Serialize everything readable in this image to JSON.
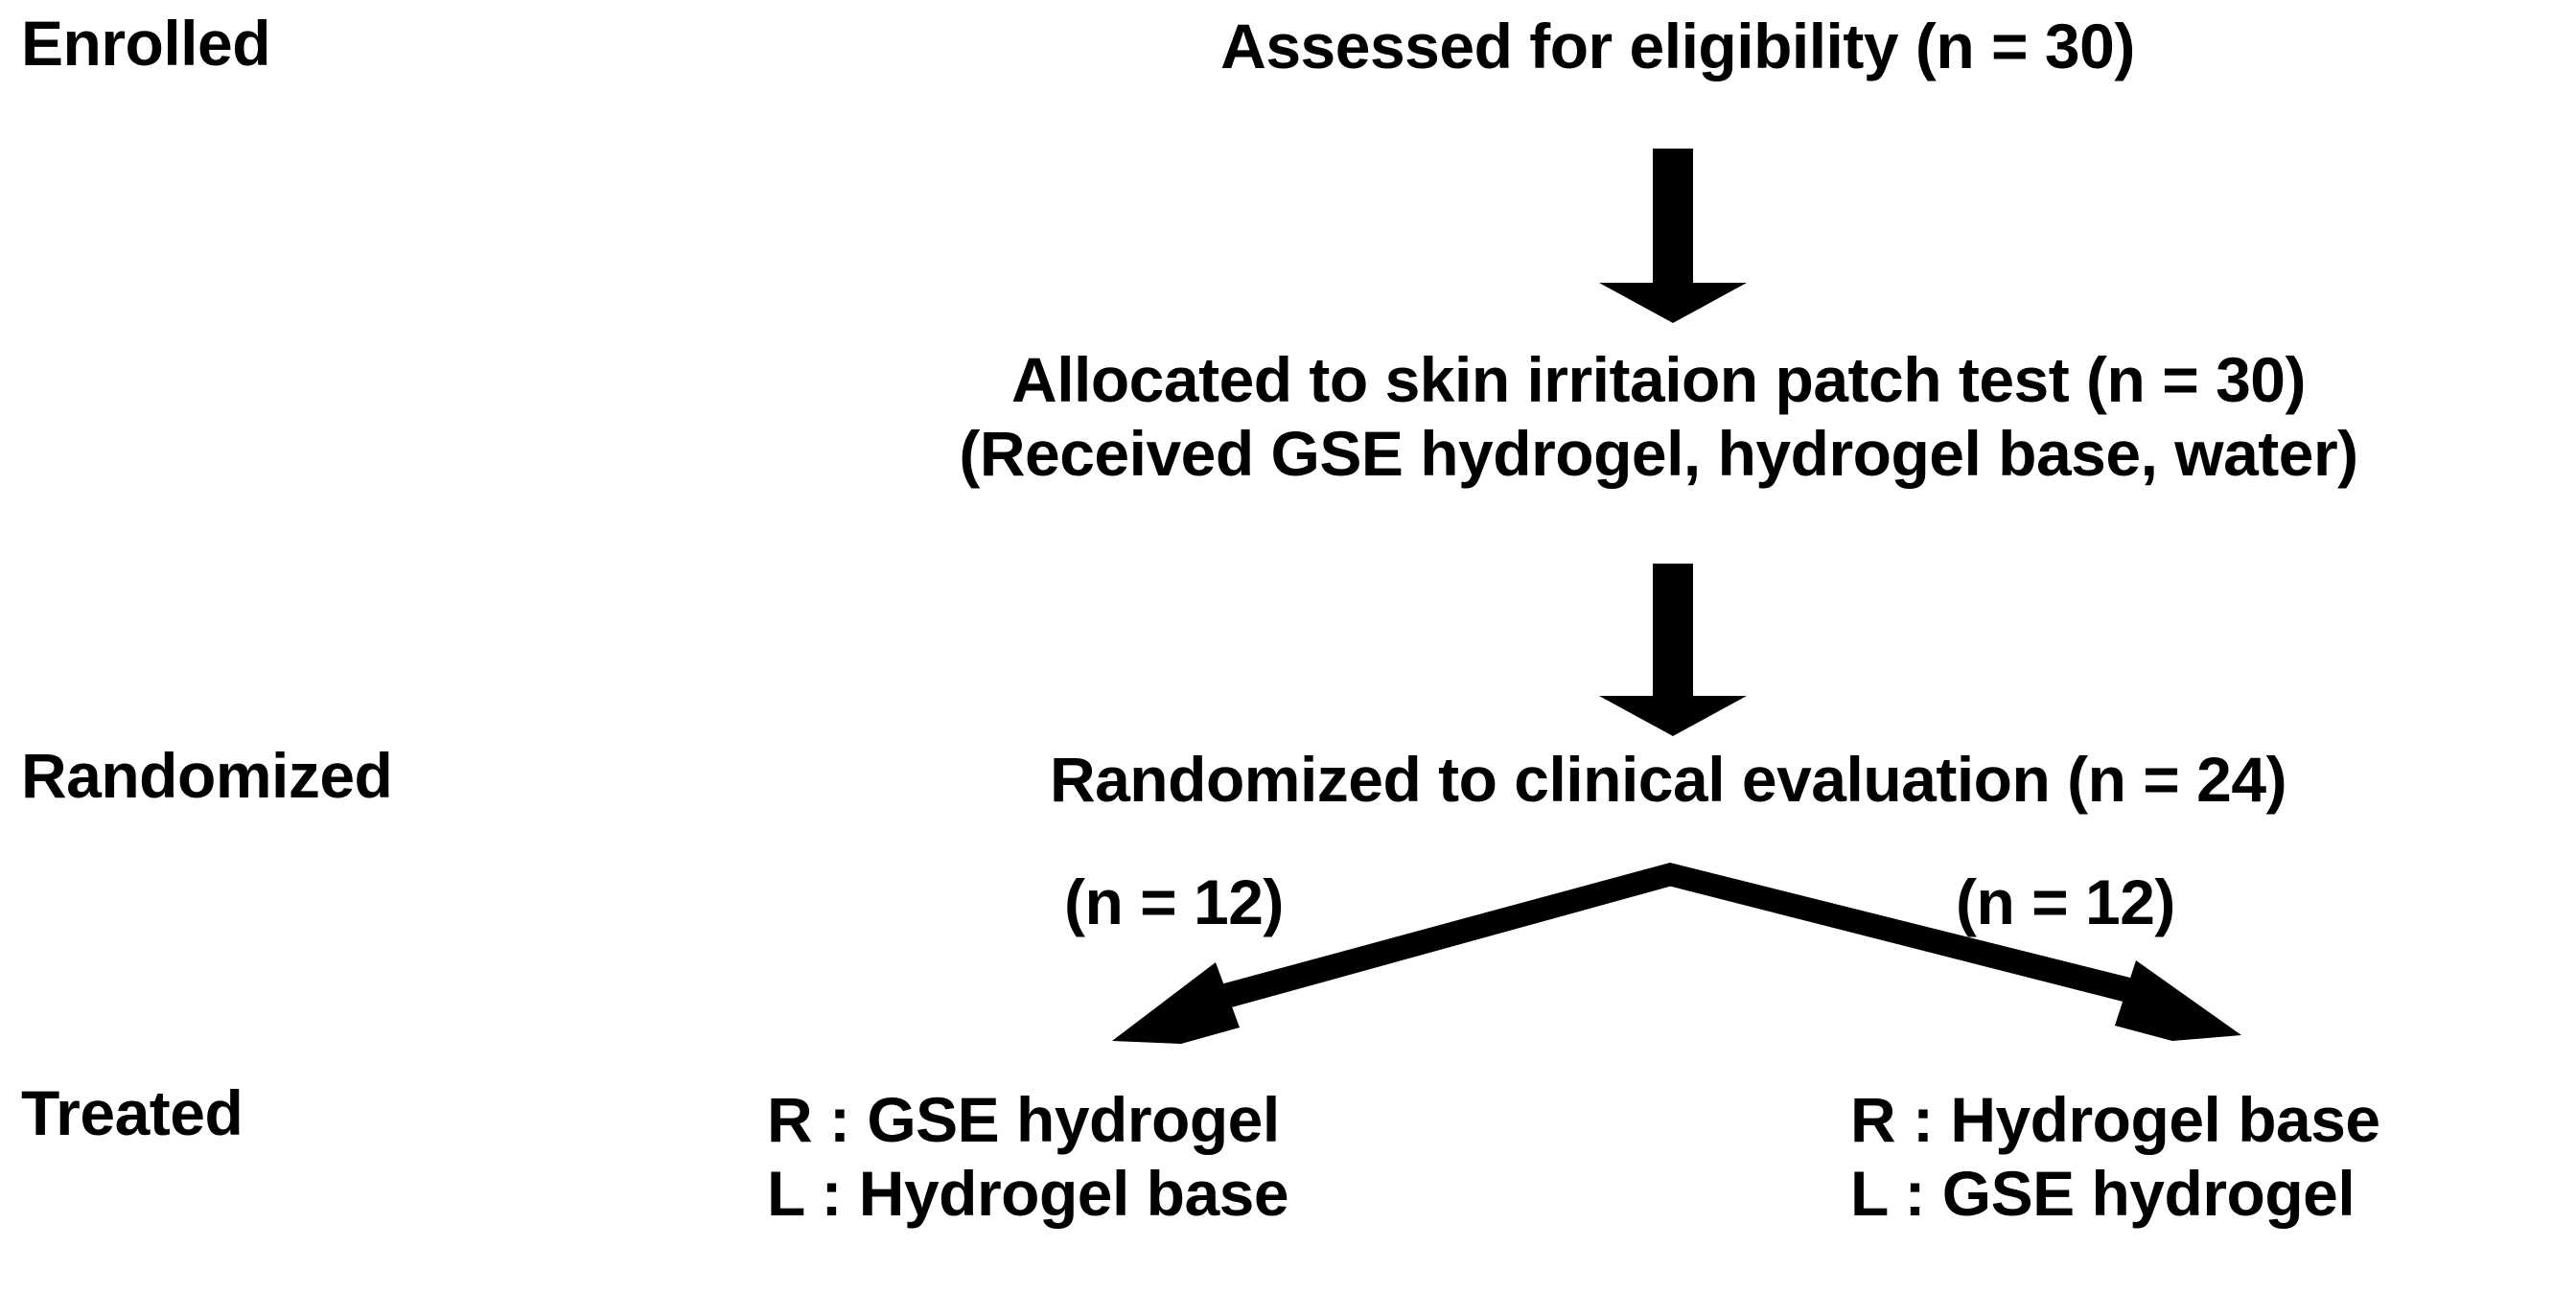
{
  "diagram": {
    "title": "CONSORT participant flow diagram",
    "background_color": "#ffffff",
    "ink_color": "#000000",
    "stage_labels": [
      {
        "id": "enrolled",
        "text": "Enrolled"
      },
      {
        "id": "randomized",
        "text": "Randomized"
      },
      {
        "id": "treated",
        "text": "Treated"
      }
    ],
    "nodes": {
      "assessed": {
        "lines": [
          "Assessed for eligibility (n = 30)"
        ],
        "n": 30
      },
      "allocated": {
        "lines": [
          "Allocated to skin irritaion patch test (n = 30)",
          "(Received GSE hydrogel, hydrogel base, water)"
        ],
        "n": 30
      },
      "randomized": {
        "lines": [
          "Randomized to clinical evaluation (n = 24)"
        ],
        "n": 24
      }
    },
    "branches": {
      "left": {
        "count_label": "(n = 12)",
        "n": 12,
        "arm_lines": [
          "R : GSE hydrogel",
          "L : Hydrogel base"
        ]
      },
      "right": {
        "count_label": "(n = 12)",
        "n": 12,
        "arm_lines": [
          "R : Hydrogel base",
          "L : GSE hydrogel"
        ]
      }
    },
    "connectors": [
      {
        "id": "arrow-assessed-to-allocated",
        "type": "down-arrow"
      },
      {
        "id": "arrow-allocated-to-randomized",
        "type": "down-arrow"
      },
      {
        "id": "arrow-split-left",
        "type": "diagonal-arrow-left"
      },
      {
        "id": "arrow-split-right",
        "type": "diagonal-arrow-right"
      }
    ]
  }
}
